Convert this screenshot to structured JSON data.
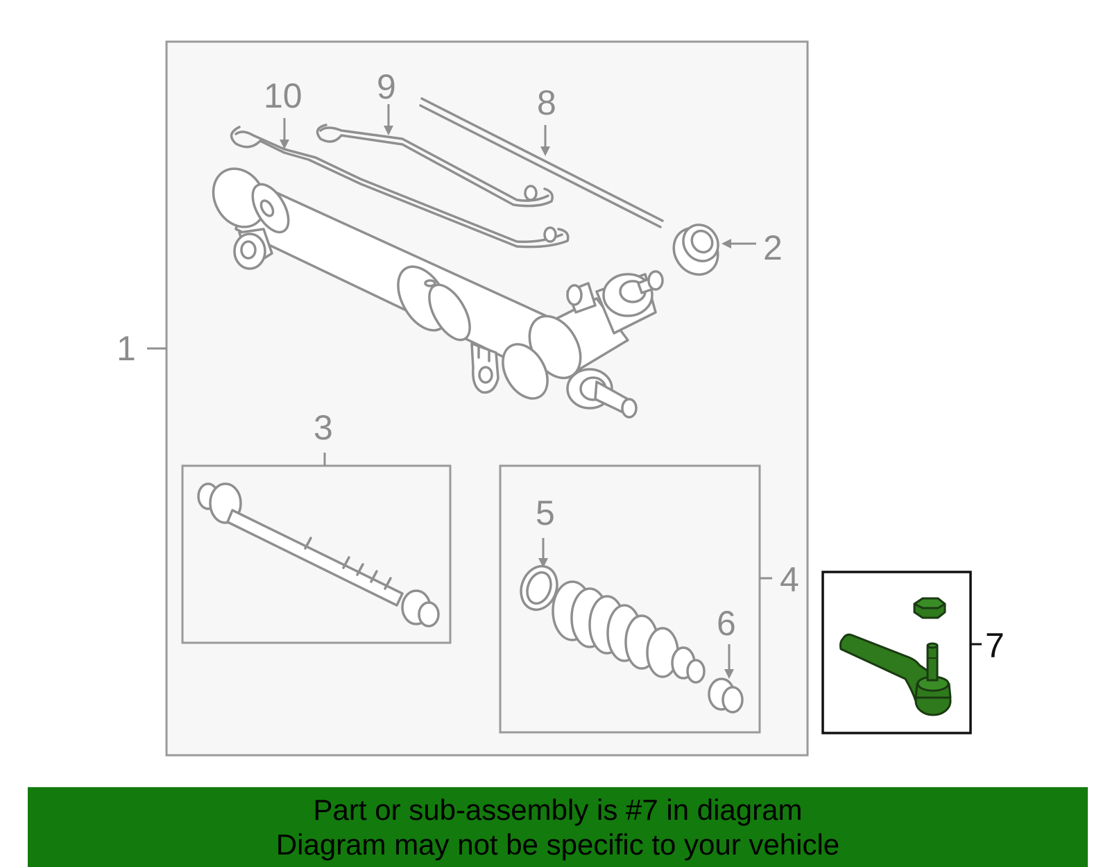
{
  "callouts": {
    "c1": "1",
    "c2": "2",
    "c3": "3",
    "c4": "4",
    "c5": "5",
    "c6": "6",
    "c7": "7",
    "c8": "8",
    "c9": "9",
    "c10": "10"
  },
  "highlighted_part": "7",
  "colors": {
    "highlight_fill": "#2f7a1c",
    "highlight_dark": "#1a3a12",
    "banner": "#137a0d",
    "outline": "#8f8f8f",
    "panel": "#f7f7f7"
  },
  "banner": {
    "line1": "Part or sub-assembly is #7 in diagram",
    "line2": "Diagram may not be specific to your vehicle"
  }
}
